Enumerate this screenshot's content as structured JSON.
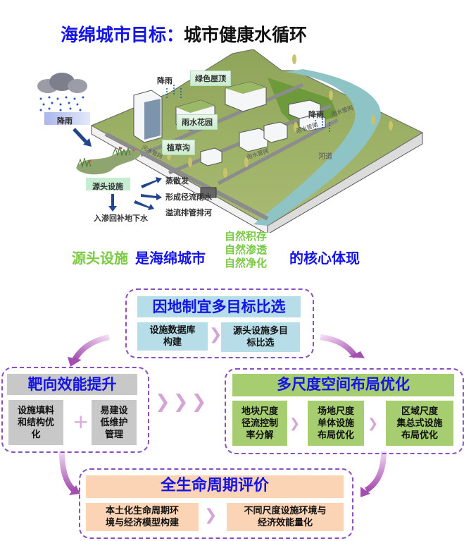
{
  "title": {
    "prefix": "海绵城市目标：",
    "suffix": "城市健康水循环"
  },
  "illustration": {
    "rain_box": "降雨",
    "source_box": "源头设施",
    "outcomes": [
      "蒸散发",
      "形成径流雨水",
      "溢流排管排河"
    ],
    "infiltration": "入渗回补地下水",
    "rain_labels": [
      "降雨",
      "降雨"
    ],
    "facility_labels": [
      "绿色屋顶",
      "雨水花园",
      "植草沟"
    ],
    "pipe_labels": [
      "污水管网",
      "雨水管网",
      "雨水管网",
      "雨水管网"
    ],
    "river_label": "河道"
  },
  "slogan": {
    "part1": "源头设施",
    "part2": "是海绵城市",
    "stack": [
      "自然积存",
      "自然渗透",
      "自然净化"
    ],
    "part3": "的核心体现"
  },
  "flow": {
    "top": {
      "header": "因地制宜多目标比选",
      "steps": [
        {
          "line1": "设施数据库",
          "line2": "构建"
        },
        {
          "line1": "源头设施多目",
          "line2": "标比选"
        }
      ]
    },
    "left": {
      "header": "靶向效能提升",
      "steps": [
        {
          "line1": "设施填料",
          "line2": "和结构优",
          "line3": "化"
        },
        {
          "line1": "易建设",
          "line2": "低维护",
          "line3": "管理"
        }
      ],
      "joiner": "+"
    },
    "right": {
      "header": "多尺度空间布局优化",
      "steps": [
        {
          "line1": "地块尺度",
          "line2": "径流控制",
          "line3": "率分解"
        },
        {
          "line1": "场地尺度",
          "line2": "单体设施",
          "line3": "布局优化"
        },
        {
          "line1": "区域尺度",
          "line2": "集总式设施",
          "line3": "布局优化"
        }
      ]
    },
    "bottom": {
      "header": "全生命周期评价",
      "steps": [
        {
          "line1": "本土化生命周期环",
          "line2": "境与经济模型构建"
        },
        {
          "line1": "不同尺度设施环境与",
          "line2": "经济效能量化"
        }
      ]
    }
  },
  "colors": {
    "title_blue": "#1414e6",
    "slogan_green": "#7ac943",
    "dash_purple": "#8a4fbf",
    "top_box": "#b7dde8",
    "left_box": "#c8c8c8",
    "right_box": "#a6cd70",
    "bottom_box": "#fbd3b5"
  }
}
